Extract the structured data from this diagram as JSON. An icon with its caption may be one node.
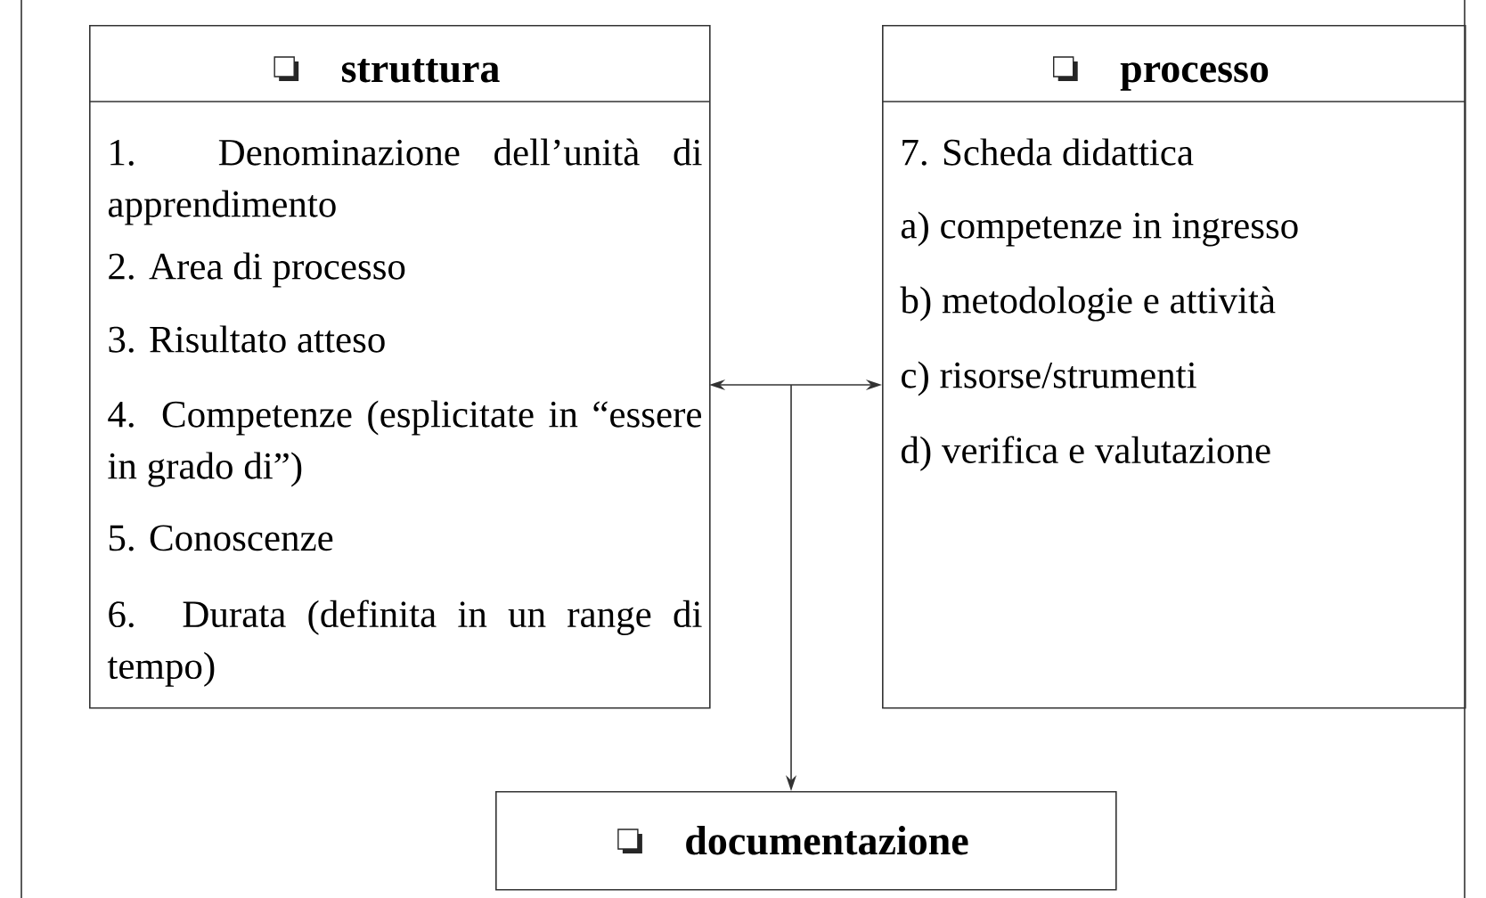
{
  "diagram": {
    "nodes": [
      {
        "text": [
          "struttura",
          "1. Denominazione dell’unità di apprendimento",
          "2. Area di processo",
          "3. Risultato atteso",
          "4. Competenze (esplicitate in “essere in grado di”)",
          "5. Conoscenze",
          "6. Durata (definita in un range di tempo)"
        ]
      },
      {
        "text": [
          "processo",
          "7. Scheda didattica",
          "a) competenze in ingresso",
          "b) metodologie e attività",
          "c) risorse/strumenti",
          "d) verifica e valutazione"
        ]
      },
      {
        "text": [
          "documentazione"
        ]
      }
    ],
    "edges": [
      {
        "from": 0,
        "to": 1,
        "arrow": "both"
      },
      {
        "from": null,
        "to": 2,
        "arrow": "to"
      }
    ]
  }
}
